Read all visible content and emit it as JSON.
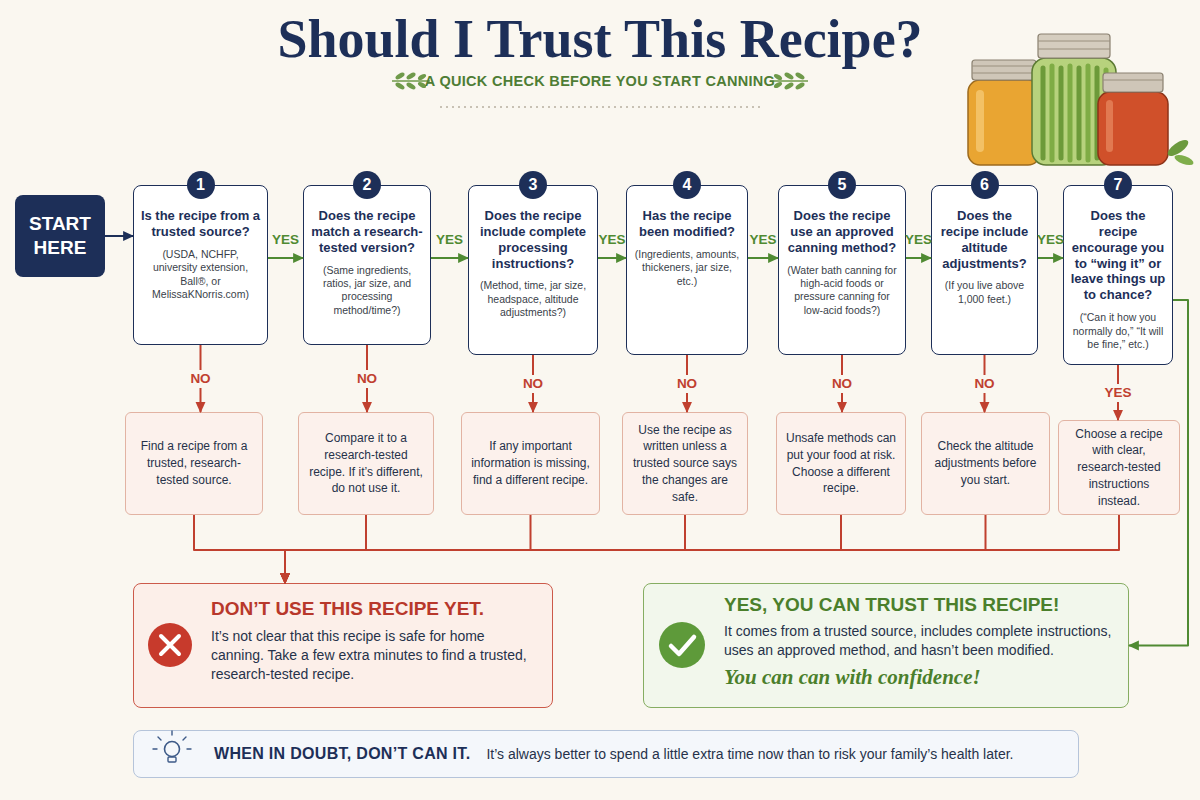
{
  "diagram": {
    "title": "Should I Trust This Recipe?",
    "nodes": [
      {
        "text": [
          "START HERE"
        ]
      },
      {
        "text": [
          "1",
          "Is the recipe from a trusted source?",
          "(USDA, NCHFP, university extension, Ball®, or MelissaKNorris.com)"
        ]
      },
      {
        "text": [
          "2",
          "Does the recipe match a research-tested version?",
          "(Same ingredients, ratios, jar size, and processing method/time?)"
        ]
      },
      {
        "text": [
          "3",
          "Does the recipe include complete processing instructions?",
          "(Method, time, jar size, headspace, altitude adjustments?)"
        ]
      },
      {
        "text": [
          "4",
          "Has the recipe been modified?",
          "(Ingredients, amounts, thickeners, jar size, etc.)"
        ]
      },
      {
        "text": [
          "5",
          "Does the recipe use an approved canning method?",
          "(Water bath canning for high-acid foods or pressure canning for low-acid foods?)"
        ]
      },
      {
        "text": [
          "6",
          "Does the recipe include altitude adjustments?",
          "(If you live above 1,000 feet.)"
        ]
      },
      {
        "text": [
          "7",
          "Does the recipe encourage you to “wing it” or leave things up to chance?",
          "(“Can it how you normally do,” “It will be fine,” etc.)"
        ]
      },
      {
        "text": [
          "Find a recipe from a trusted, research-tested source."
        ]
      },
      {
        "text": [
          "Compare it to a research-tested recipe. If it’s different, do not use it."
        ]
      },
      {
        "text": [
          "If any important information is missing, find a different recipe."
        ]
      },
      {
        "text": [
          "Use the recipe as written unless a trusted source says the changes are safe."
        ]
      },
      {
        "text": [
          "Unsafe methods can put your food at risk. Choose a different recipe."
        ]
      },
      {
        "text": [
          "Check the altitude adjustments before you start."
        ]
      },
      {
        "text": [
          "Choose a recipe with clear, research-tested instructions instead."
        ]
      },
      {
        "text": [
          "DON’T USE THIS RECIPE YET.",
          "It’s not clear that this recipe is safe for home canning. Take a few extra minutes to find a trusted, research-tested recipe."
        ]
      },
      {
        "text": [
          "YES, YOU CAN TRUST THIS RECIPE!",
          "It comes from a trusted source, includes complete instructions, uses an approved method, and hasn’t been modified.",
          "You can can with confidence!"
        ]
      },
      {
        "text": [
          "WHEN IN DOUBT, DON’T CAN IT.",
          "It’s always better to spend a little extra time now than to risk your family’s health later."
        ]
      }
    ],
    "edges": [
      {
        "from": 0,
        "to": 1,
        "arrow": "to"
      },
      {
        "from": 1,
        "to": 2,
        "label": "YES",
        "arrow": "to"
      },
      {
        "from": 2,
        "to": 3,
        "label": "YES",
        "arrow": "to"
      },
      {
        "from": 3,
        "to": 4,
        "label": "YES",
        "arrow": "to"
      },
      {
        "from": 4,
        "to": 5,
        "label": "YES",
        "arrow": "to"
      },
      {
        "from": 5,
        "to": 6,
        "label": "YES",
        "arrow": "to"
      },
      {
        "from": 6,
        "to": 7,
        "label": "YES",
        "arrow": "to"
      },
      {
        "from": 7,
        "to": 16,
        "arrow": "to"
      },
      {
        "from": 1,
        "to": 8,
        "label": "NO",
        "arrow": "to"
      },
      {
        "from": 2,
        "to": 9,
        "label": "NO",
        "arrow": "to"
      },
      {
        "from": 3,
        "to": 10,
        "label": "NO",
        "arrow": "to"
      },
      {
        "from": 4,
        "to": 11,
        "label": "NO",
        "arrow": "to"
      },
      {
        "from": 5,
        "to": 12,
        "label": "NO",
        "arrow": "to"
      },
      {
        "from": 6,
        "to": 13,
        "label": "NO",
        "arrow": "to"
      },
      {
        "from": 7,
        "to": 14,
        "label": "YES",
        "arrow": "to"
      },
      {
        "from": 8,
        "to": 15,
        "arrow": "to"
      },
      {
        "from": 9,
        "to": 15,
        "arrow": "to"
      },
      {
        "from": 10,
        "to": 15,
        "arrow": "to"
      },
      {
        "from": 11,
        "to": 15,
        "arrow": "to"
      },
      {
        "from": 12,
        "to": 15,
        "arrow": "to"
      },
      {
        "from": 13,
        "to": 15,
        "arrow": "to"
      },
      {
        "from": 14,
        "to": 15,
        "arrow": "to"
      }
    ],
    "labels": [
      "A QUICK CHECK BEFORE YOU START CANNING"
    ]
  }
}
